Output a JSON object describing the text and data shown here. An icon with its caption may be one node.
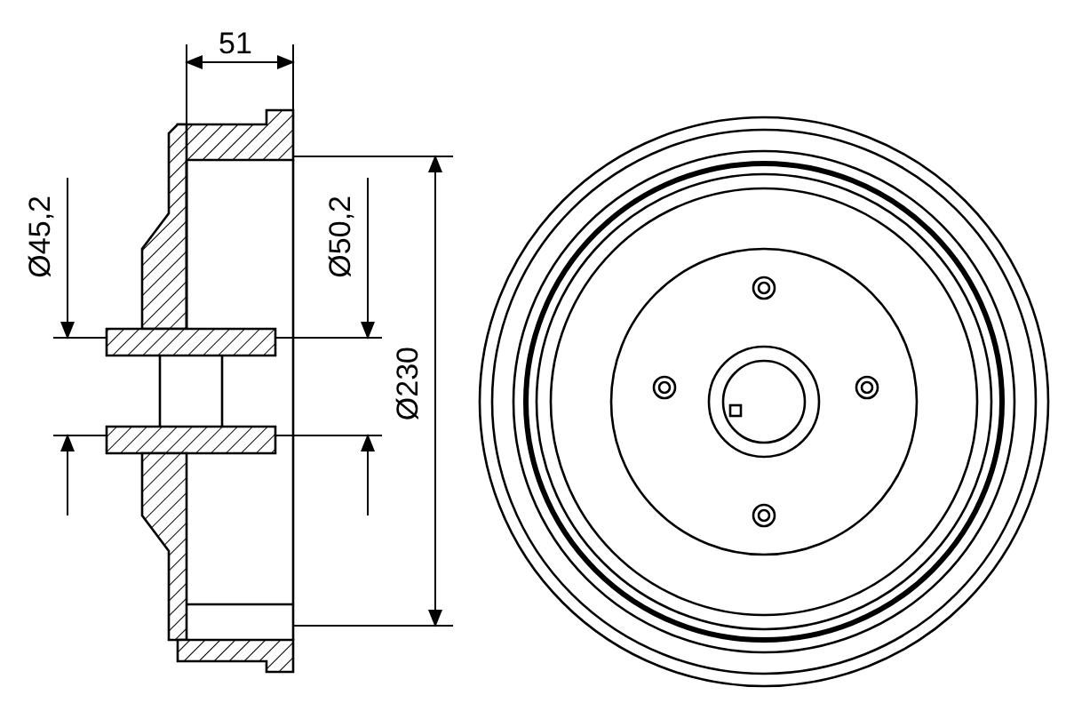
{
  "diagram": {
    "labels": [
      "51",
      "Ø45,2",
      "Ø50,2",
      "Ø230"
    ]
  }
}
